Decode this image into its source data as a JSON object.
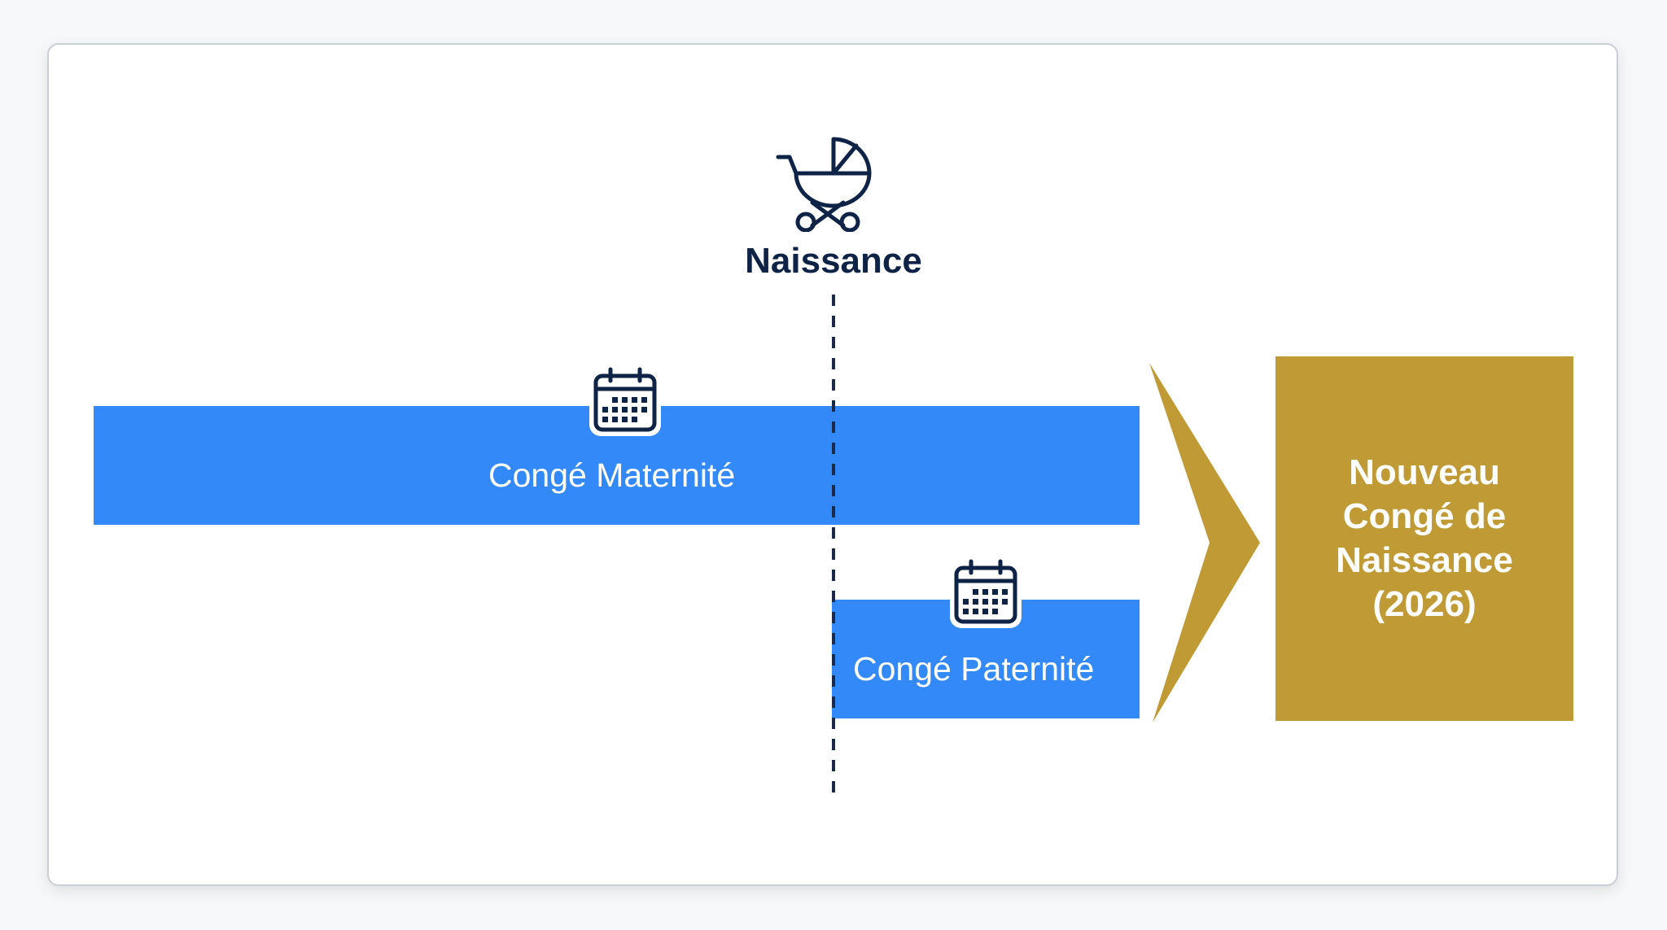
{
  "diagram": {
    "birth": {
      "label": "Naissance",
      "icon": "baby-stroller-icon"
    },
    "bars": [
      {
        "label": "Congé Maternité",
        "icon": "calendar-icon",
        "color": "#3389f7"
      },
      {
        "label": "Congé Paternité",
        "icon": "calendar-icon",
        "color": "#3389f7"
      }
    ],
    "arrow": {
      "icon": "chevron-right-arrow",
      "color": "#bf9a35"
    },
    "result": {
      "text": "Nouveau\nCongé de\nNaissance\n(2026)",
      "color": "#bf9a35"
    },
    "colors": {
      "navy": "#0f2346",
      "bar_blue": "#3389f7",
      "gold": "#bf9a35"
    }
  }
}
